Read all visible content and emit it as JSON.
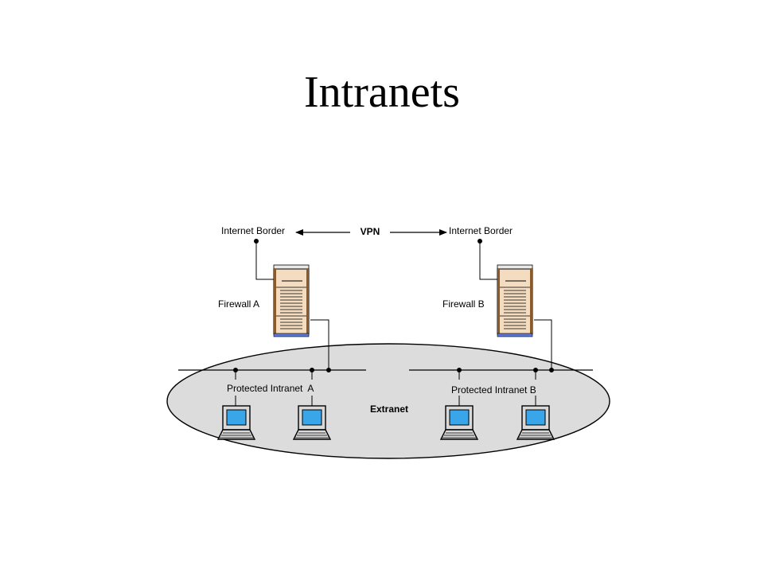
{
  "title": "Intranets",
  "diagram": {
    "left_border": "Internet Border",
    "right_border": "Internet Border",
    "vpn": "VPN",
    "firewall_a": "Firewall A",
    "firewall_b": "Firewall B",
    "intranet_a": "Protected Intranet  A",
    "intranet_b": "Protected Intranet B",
    "extranet": "Extranet"
  },
  "colors": {
    "extranet_fill": "#dcdcdc",
    "server_body": "#f3dcc0",
    "server_base": "#5b79d6",
    "screen": "#38a6e8"
  }
}
